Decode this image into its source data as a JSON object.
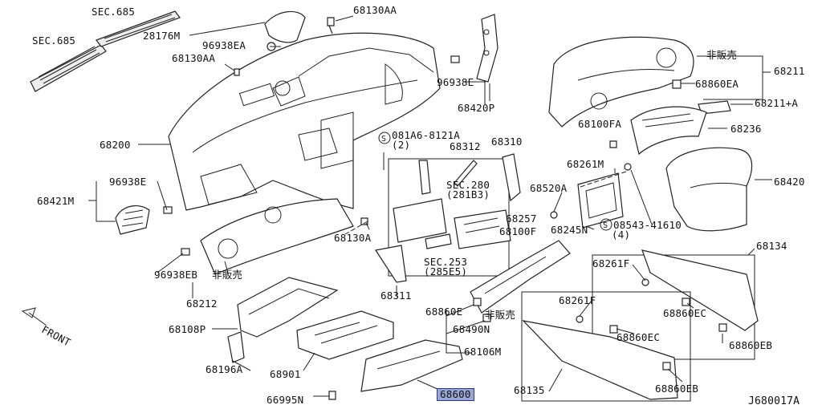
{
  "diagram_id": "J680017A",
  "front_label": "FRONT",
  "labels": {
    "sec685_top": "SEC.685",
    "sec685_left": "SEC.685",
    "p28176M": "28176M",
    "p96938EA": "96938EA",
    "p68130AA_top": "68130AA",
    "p68130AA_left": "68130AA",
    "p96938E_mid": "96938E",
    "p68420P": "68420P",
    "not_for_sale_1": "非販売",
    "p68211": "68211",
    "p68860EA": "68860EA",
    "p68211A": "68211+A",
    "p68100FA": "68100FA",
    "p68236": "68236",
    "p68200": "68200",
    "s081A6": "081A6-8121A",
    "s081A6_qty": "(2)",
    "p68312": "68312",
    "p68310": "68310",
    "p68261M": "68261M",
    "p68420": "68420",
    "p96938E_left": "96938E",
    "p68421M": "68421M",
    "sec280": "SEC.280",
    "sec280_sub": "(281B3)",
    "p68520A": "68520A",
    "p68257": "68257",
    "p68100F": "68100F",
    "s08543": "08543-41610",
    "s08543_qty": "(4)",
    "p68245N": "68245N",
    "p68130A": "68130A",
    "p68134": "68134",
    "p96938EB": "96938EB",
    "not_for_sale_2": "非販売",
    "sec253": "SEC.253",
    "sec253_sub": "(285E5)",
    "p68261F_a": "68261F",
    "p68212": "68212",
    "p68311": "68311",
    "p68860E": "68860E",
    "not_for_sale_3": "非販売",
    "p68860EC_a": "68860EC",
    "p68261F_b": "68261F",
    "p68490N": "68490N",
    "p68108P": "68108P",
    "p68860EC_b": "68860EC",
    "p68860EB_a": "68860EB",
    "p68106M": "68106M",
    "p68196A": "68196A",
    "p68901": "68901",
    "p68600": "68600",
    "p68135": "68135",
    "p68860EB_b": "68860EB",
    "p66995N": "66995N"
  }
}
